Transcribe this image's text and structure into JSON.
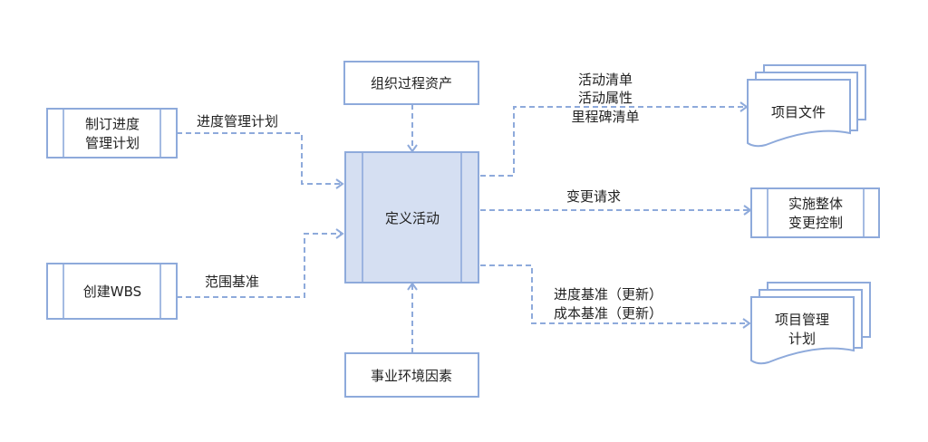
{
  "diagram": {
    "center": {
      "label": "定义活动"
    },
    "inputs": [
      {
        "box_lines": [
          "制订进度",
          "管理计划"
        ],
        "flow_label": "进度管理计划"
      },
      {
        "box_lines": [
          "创建WBS"
        ],
        "flow_label": "范围基准"
      },
      {
        "box_lines": [
          "组织过程资产"
        ]
      },
      {
        "box_lines": [
          "事业环境因素"
        ]
      }
    ],
    "outputs": [
      {
        "target_lines": [
          "项目文件"
        ],
        "flow_labels": [
          "活动清单",
          "活动属性",
          "里程碑清单"
        ]
      },
      {
        "target_lines": [
          "实施整体",
          "变更控制"
        ],
        "flow_labels": [
          "变更请求"
        ]
      },
      {
        "target_lines": [
          "项目管理",
          "计划"
        ],
        "flow_labels": [
          "进度基准（更新）",
          "成本基准（更新）"
        ]
      }
    ],
    "colors": {
      "stroke": "#8eaadb",
      "center_fill": "#d5dff2"
    }
  }
}
